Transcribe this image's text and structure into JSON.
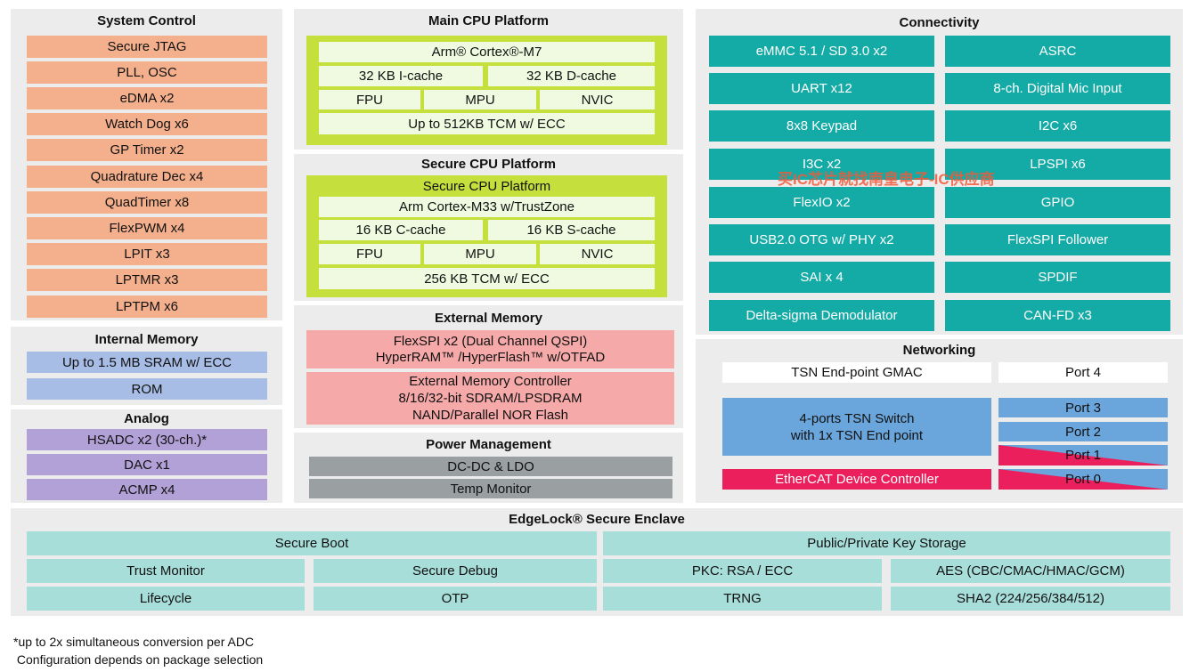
{
  "system_control": {
    "title": "System Control",
    "items": [
      "Secure JTAG",
      "PLL, OSC",
      "eDMA x2",
      "Watch Dog x6",
      "GP Timer x2",
      "Quadrature Dec x4",
      "QuadTimer x8",
      "FlexPWM x4",
      "LPIT x3",
      "LPTMR x3",
      "LPTPM x6"
    ]
  },
  "internal_memory": {
    "title": "Internal Memory",
    "items": [
      "Up to 1.5 MB SRAM w/ ECC",
      "ROM"
    ]
  },
  "analog": {
    "title": "Analog",
    "items": [
      "HSADC x2 (30-ch.)*",
      "DAC x1",
      "ACMP x4"
    ]
  },
  "main_cpu": {
    "title": "Main CPU Platform",
    "core": "Arm® Cortex®-M7",
    "icache": "32 KB I-cache",
    "dcache": "32 KB D-cache",
    "fpu": "FPU",
    "mpu": "MPU",
    "nvic": "NVIC",
    "tcm": "Up to 512KB TCM w/ ECC"
  },
  "secure_cpu": {
    "title": "Secure CPU Platform",
    "subtitle": "Secure CPU Platform",
    "core": "Arm Cortex-M33 w/TrustZone",
    "ccache": "16 KB C-cache",
    "scache": "16 KB S-cache",
    "fpu": "FPU",
    "mpu": "MPU",
    "nvic": "NVIC",
    "tcm": "256 KB TCM w/ ECC"
  },
  "external_memory": {
    "title": "External Memory",
    "flexspi_line1": "FlexSPI x2 (Dual Channel QSPI)",
    "flexspi_line2": "HyperRAM™ /HyperFlash™ w/OTFAD",
    "emc_line1": "External Memory Controller",
    "emc_line2": "8/16/32-bit SDRAM/LPSDRAM",
    "emc_line3": "NAND/Parallel NOR Flash"
  },
  "power_management": {
    "title": "Power Management",
    "items": [
      "DC-DC & LDO",
      "Temp Monitor"
    ]
  },
  "connectivity": {
    "title": "Connectivity",
    "left": [
      "eMMC 5.1 / SD 3.0 x2",
      "UART x12",
      "8x8 Keypad",
      "I3C x2",
      "FlexIO x2",
      "USB2.0 OTG w/ PHY x2",
      "SAI x 4",
      "Delta-sigma Demodulator"
    ],
    "right": [
      "ASRC",
      "8-ch. Digital Mic Input",
      "I2C x6",
      "LPSPI x6",
      "GPIO",
      "FlexSPI Follower",
      "SPDIF",
      "CAN-FD x3"
    ]
  },
  "networking": {
    "title": "Networking",
    "tsn_gmac": "TSN End-point GMAC",
    "port4": "Port 4",
    "switch_line1": "4-ports TSN Switch",
    "switch_line2": "with 1x TSN End point",
    "port3": "Port 3",
    "port2": "Port 2",
    "port1": "Port 1",
    "port0": "Port 0",
    "ethercat": "EtherCAT Device Controller"
  },
  "edgelock": {
    "title": "EdgeLock® Secure Enclave",
    "secure_boot": "Secure Boot",
    "key_storage": "Public/Private Key Storage",
    "trust_monitor": "Trust Monitor",
    "secure_debug": "Secure Debug",
    "pkc": "PKC: RSA / ECC",
    "aes": "AES (CBC/CMAC/HMAC/GCM)",
    "lifecycle": "Lifecycle",
    "otp": "OTP",
    "trng": "TRNG",
    "sha2": "SHA2 (224/256/384/512)"
  },
  "footnotes": {
    "line1": "*up to 2x simultaneous conversion per ADC",
    "line2": " Configuration depends on package selection"
  },
  "watermark": "买IC芯片就找南皇电子-IC供应商",
  "colors": {
    "system_control": "#f4b08c",
    "memory": "#a7bde6",
    "analog": "#b1a1d7",
    "connectivity": "#14aaa6",
    "external_memory": "#f5a9a9",
    "power": "#9a9fa2",
    "cpu_frame": "#c5e03d",
    "edgelock": "#a8deda",
    "ethercat": "#ea1f5b"
  }
}
